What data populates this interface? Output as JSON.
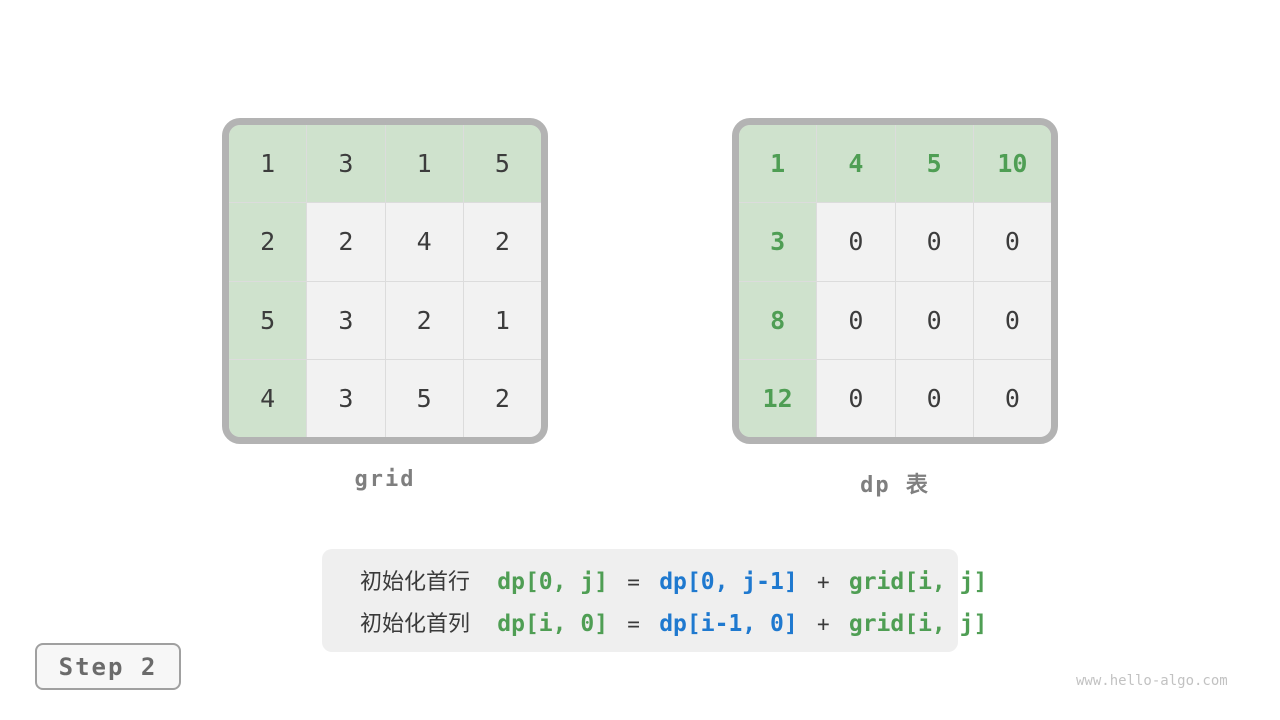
{
  "left_grid": {
    "label": "grid",
    "rows": [
      [
        "1",
        "3",
        "1",
        "5"
      ],
      [
        "2",
        "2",
        "4",
        "2"
      ],
      [
        "5",
        "3",
        "2",
        "1"
      ],
      [
        "4",
        "3",
        "5",
        "2"
      ]
    ]
  },
  "right_grid": {
    "label": "dp 表",
    "rows": [
      [
        "1",
        "4",
        "5",
        "10"
      ],
      [
        "3",
        "0",
        "0",
        "0"
      ],
      [
        "8",
        "0",
        "0",
        "0"
      ],
      [
        "12",
        "0",
        "0",
        "0"
      ]
    ]
  },
  "formula": {
    "line1": {
      "prefix": "初始化首行",
      "lhs": "dp[0, j]",
      "eq": "=",
      "rhs1": "dp[0, j-1]",
      "plus": "+",
      "rhs2": "grid[i, j]"
    },
    "line2": {
      "prefix": "初始化首列",
      "lhs": "dp[i, 0]",
      "eq": "=",
      "rhs1": "dp[i-1, 0]",
      "plus": "+",
      "rhs2": "grid[i, j]"
    }
  },
  "step_label": "Step 2",
  "watermark": "www.hello-algo.com",
  "colors": {
    "cell_green_bg": "#cfe2cd",
    "cell_gray_bg": "#f2f2f2",
    "green_text": "#4f9e54",
    "blue_text": "#1f79cf",
    "frame_border": "#b3b3b3"
  }
}
